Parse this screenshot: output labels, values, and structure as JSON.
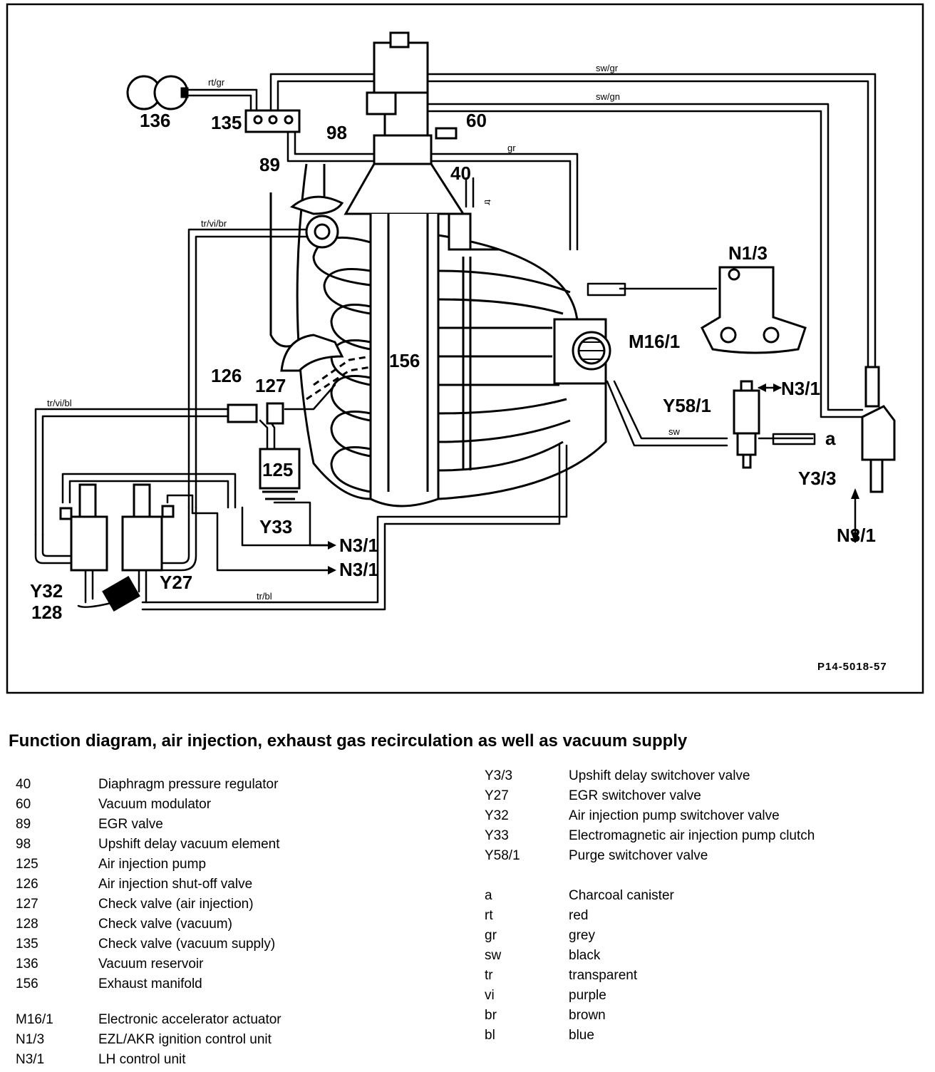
{
  "diagram": {
    "labels": {
      "c136": "136",
      "c135": "135",
      "c98": "98",
      "c60": "60",
      "c89": "89",
      "c40": "40",
      "n13": "N1/3",
      "m161": "M16/1",
      "c156": "156",
      "c126": "126",
      "c127": "127",
      "c125": "125",
      "y581": "Y58/1",
      "n31_right": "N3/1",
      "a": "a",
      "y33_right": "Y3/3",
      "n31_bottom": "N3/1",
      "y33": "Y33",
      "n31_a": "N3/1",
      "n31_b": "N3/1",
      "y32": "Y32",
      "y27": "Y27",
      "c128": "128",
      "figure_id": "P14-5018-57"
    },
    "wires": {
      "sw_gr": "sw/gr",
      "sw_gn": "sw/gn",
      "rt_gr": "rt/gr",
      "gr": "gr",
      "tr": "tr",
      "tr_vi_br": "tr/vi/br",
      "tr_vi_bl": "tr/vi/bl",
      "sw": "sw",
      "tr_bl": "tr/bl"
    }
  },
  "legend": {
    "title": "Function diagram, air injection, exhaust gas recirculation as well as vacuum supply",
    "left": [
      {
        "code": "40",
        "desc": "Diaphragm pressure regulator"
      },
      {
        "code": "60",
        "desc": "Vacuum modulator"
      },
      {
        "code": "89",
        "desc": "EGR valve"
      },
      {
        "code": "98",
        "desc": "Upshift delay vacuum element"
      },
      {
        "code": "125",
        "desc": "Air injection pump"
      },
      {
        "code": "126",
        "desc": "Air injection shut-off valve"
      },
      {
        "code": "127",
        "desc": "Check valve (air injection)"
      },
      {
        "code": "128",
        "desc": "Check valve (vacuum)"
      },
      {
        "code": "135",
        "desc": "Check valve (vacuum supply)"
      },
      {
        "code": "136",
        "desc": "Vacuum reservoir"
      },
      {
        "code": "156",
        "desc": "Exhaust manifold"
      },
      {
        "code": "M16/1",
        "desc": "Electronic accelerator actuator"
      },
      {
        "code": "N1/3",
        "desc": "EZL/AKR ignition control unit"
      },
      {
        "code": "N3/1",
        "desc": "LH control unit"
      }
    ],
    "right": [
      {
        "code": "Y3/3",
        "desc": "Upshift delay switchover valve"
      },
      {
        "code": "Y27",
        "desc": "EGR switchover valve"
      },
      {
        "code": "Y32",
        "desc": "Air injection pump switchover valve"
      },
      {
        "code": "Y33",
        "desc": "Electromagnetic air injection pump clutch"
      },
      {
        "code": "Y58/1",
        "desc": "Purge switchover valve"
      },
      {
        "code": "a",
        "desc": "Charcoal canister"
      },
      {
        "code": "rt",
        "desc": "red"
      },
      {
        "code": "gr",
        "desc": "grey"
      },
      {
        "code": "sw",
        "desc": "black"
      },
      {
        "code": "tr",
        "desc": "transparent"
      },
      {
        "code": "vi",
        "desc": "purple"
      },
      {
        "code": "br",
        "desc": "brown"
      },
      {
        "code": "bl",
        "desc": "blue"
      }
    ]
  }
}
